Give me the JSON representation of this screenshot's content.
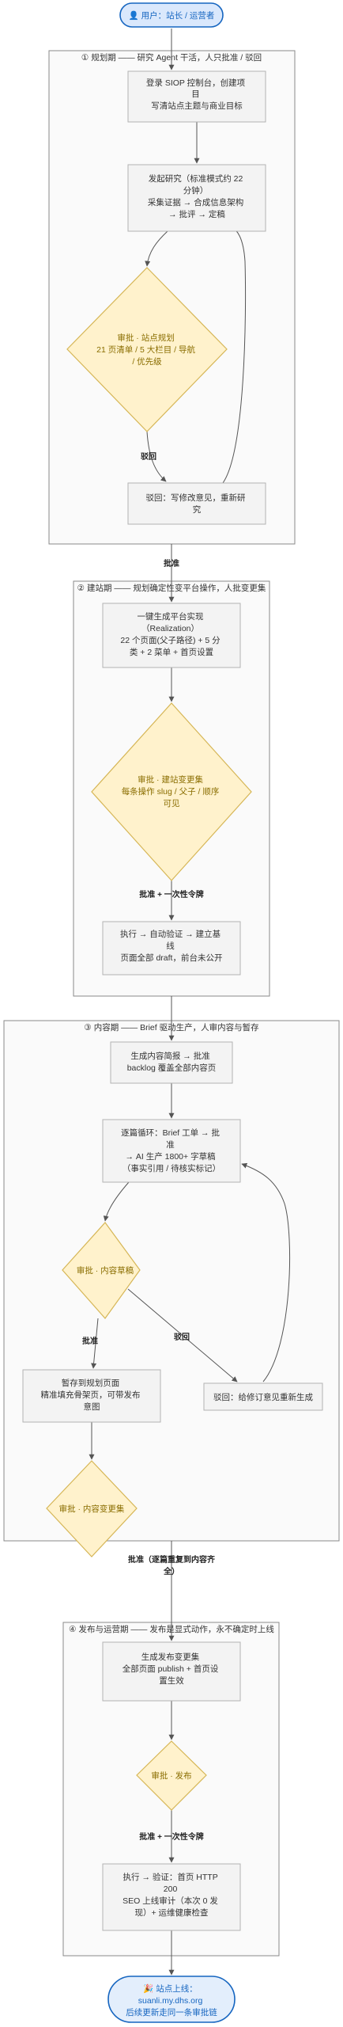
{
  "start": {
    "icon": "user-icon",
    "label": "👤 用户：站长 / 运营者"
  },
  "end": {
    "icon": "party-icon",
    "lines": [
      "🎉 站点上线：",
      "suanli.my.dhs.org",
      "后续更新走同一条审批链"
    ]
  },
  "phases": [
    {
      "title": "① 规划期 —— 研究 Agent 干活，人只批准 / 驳回"
    },
    {
      "title": "② 建站期 —— 规划确定性变平台操作，人批变更集"
    },
    {
      "title": "③ 内容期 —— Brief 驱动生产，人审内容与暂存"
    },
    {
      "title": "④ 发布与运营期 —— 发布是显式动作，永不确定时上线"
    }
  ],
  "nodes": {
    "p1_login": [
      "登录 SIOP 控制台，创建项",
      "目",
      "写清站点主题与商业目标"
    ],
    "p1_research": [
      "发起研究（标准模式约 22",
      "分钟）",
      "采集证据 → 合成信息架构",
      "→ 批评 → 定稿"
    ],
    "p1_review": [
      "审批 · 站点规划",
      "21 页清单 / 5 大栏目 / 导航",
      "/ 优先级"
    ],
    "p1_reject": [
      "驳回：写修改意见，重新研",
      "究"
    ],
    "p2_realize": [
      "一键生成平台实现",
      "（Realization）",
      "22 个页面(父子路径) + 5 分",
      "类 + 2 菜单 + 首页设置"
    ],
    "p2_review": [
      "审批 · 建站变更集",
      "每条操作 slug / 父子 / 顺序",
      "可见"
    ],
    "p2_exec": [
      "执行 → 自动验证 → 建立基",
      "线",
      "页面全部 draft，前台未公开"
    ],
    "p3_backlog": [
      "生成内容简报 → 批准",
      "backlog 覆盖全部内容页"
    ],
    "p3_loop": [
      "逐篇循环：Brief 工单 → 批",
      "准",
      "→ AI 生产 1800+ 字草稿",
      "（事实引用 / 待核实标记）"
    ],
    "p3_review": [
      "审批 · 内容草稿"
    ],
    "p3_stage": [
      "暂存到规划页面",
      "精准填充骨架页，可带发布",
      "意图"
    ],
    "p3_reject": [
      "驳回：给修订意见重新生成"
    ],
    "p3_change": [
      "审批 · 内容变更集"
    ],
    "p4_gen": [
      "生成发布变更集",
      "全部页面 publish + 首页设",
      "置生效"
    ],
    "p4_review": [
      "审批 · 发布"
    ],
    "p4_exec": [
      "执行 → 验证：首页 HTTP",
      "200",
      "SEO 上线审计（本次 0 发",
      "现）+ 运维健康检查"
    ]
  },
  "edges": {
    "p1_reject": "驳回",
    "p1_to_p2": "批准",
    "p2_approve": "批准 + 一次性令牌",
    "p3_approve": "批准",
    "p3_reject": "驳回",
    "p3_to_p4": [
      "批准（逐篇重复到内容齐",
      "全）"
    ],
    "p4_approve": "批准 + 一次性令牌"
  }
}
